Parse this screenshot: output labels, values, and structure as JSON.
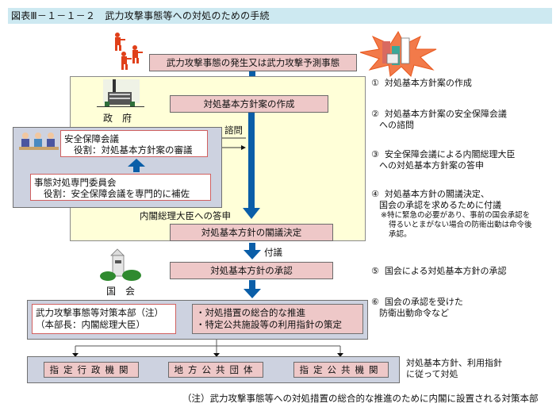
{
  "title": "図表Ⅲ－１－１－２　武力攻撃事態等への対処のための手続",
  "icons": {
    "soldiers": "soldiers-icon",
    "explosion": "explosion-icon",
    "government_building": "government-building-icon",
    "meeting_people": "meeting-people-icon",
    "diet_building": "diet-building-icon"
  },
  "flow": {
    "trigger": "武力攻撃事態の発生又は武力攻撃予測事態",
    "government_label": "政　府",
    "step1_box": "対処基本方針案の作成",
    "consult_label": "諮問",
    "security_council": {
      "name": "安全保障会議",
      "role": "役割：対処基本方針案の審議"
    },
    "expert_committee": {
      "name": "事態対処専門委員会",
      "role": "役割：安全保障会議を専門的に補佐"
    },
    "report_label": "内閣総理大臣への答申",
    "cabinet_decision_box": "対処基本方針の閣議決定",
    "submit_label": "付議",
    "diet_label": "国　会",
    "approval_box": "対処基本方針の承認",
    "hq": {
      "name": "武力攻撃事態等対策本部（注）",
      "chief": "（本部長：内閣総理大臣）",
      "duties": [
        "・対処措置の総合的な推進",
        "・特定公共施設等の利用指針の策定"
      ]
    },
    "bodies": [
      "指定行政機関",
      "地方公共団体",
      "指定公共機関"
    ],
    "bodies_note": [
      "対処基本方針、利用指針",
      "に従って対処"
    ]
  },
  "steps": [
    {
      "num": "①",
      "lines": [
        "対処基本方針案の作成"
      ]
    },
    {
      "num": "②",
      "lines": [
        "対処基本方針案の安全保障会議",
        "への諮問"
      ]
    },
    {
      "num": "③",
      "lines": [
        "安全保障会議による内閣総理大臣",
        "への対処基本方針案の答申"
      ]
    },
    {
      "num": "④",
      "lines": [
        "対処基本方針の閣議決定、",
        "国会の承認を求めるために付議"
      ],
      "note": [
        "※特に緊急の必要があり、事前の国会承認を",
        "得るいとまがない場合の防衛出動は命令後",
        "承認。"
      ]
    },
    {
      "num": "⑤",
      "lines": [
        "国会による対処基本方針の承認"
      ]
    },
    {
      "num": "⑥",
      "lines": [
        "国会の承認を受けた",
        "防衛出動命令など"
      ]
    }
  ],
  "footnote": "（注）武力攻撃事態等への対処措置の総合的な推進のために内閣に設置される対策本部",
  "colors": {
    "title_bg": "#cde9f1",
    "pink_box": "#eec8c8",
    "yellow_panel": "#ffffd8",
    "gray_panel": "#cdd2e0",
    "arrow_blue": "#0a5ea8",
    "soldier_red": "#e0401a"
  }
}
